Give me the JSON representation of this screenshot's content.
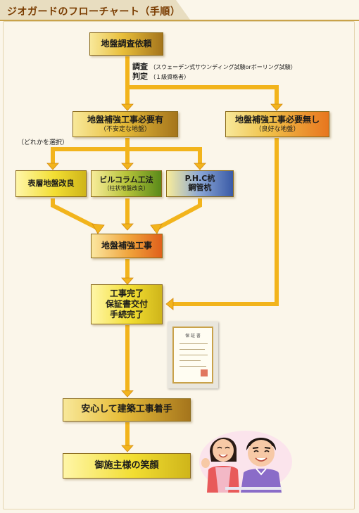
{
  "title": "ジオガードのフローチャート（手順）",
  "steps": {
    "request": "地盤調査依頼",
    "survey_note": {
      "l1_bold": "調査",
      "l1_small": "（スウェーデン式サウンディング試験orボーリング試験）",
      "l2_bold": "判定",
      "l2_small": "（１級資格者）"
    },
    "needed": {
      "main": "地盤補強工事必要有",
      "sub": "（不安定な地盤）"
    },
    "not_needed": {
      "main": "地盤補強工事必要無し",
      "sub": "（良好な地盤）"
    },
    "choose_note": "（どれかを選択）",
    "method_surface": "表層地盤改良",
    "method_column": {
      "main": "ビルコラム工法",
      "sub": "（柱状地盤改良）"
    },
    "method_pile": {
      "line1": "P.H.C杭",
      "line2": "鋼管杭"
    },
    "reinforce": "地盤補強工事",
    "complete": {
      "line1": "工事完了",
      "line2": "保証書交付",
      "line3": "手続完了"
    },
    "build": "安心して建築工事着手",
    "smile": "御施主様の笑顔"
  },
  "certificate": {
    "heading": "保 証 書"
  },
  "colors": {
    "arrow": "#f2b41c",
    "arrow_edge": "#d48a10",
    "title_text": "#7a3c00",
    "accent": "#c9a24a"
  },
  "illustration": {
    "icon": "smiling-couple-illustration"
  }
}
